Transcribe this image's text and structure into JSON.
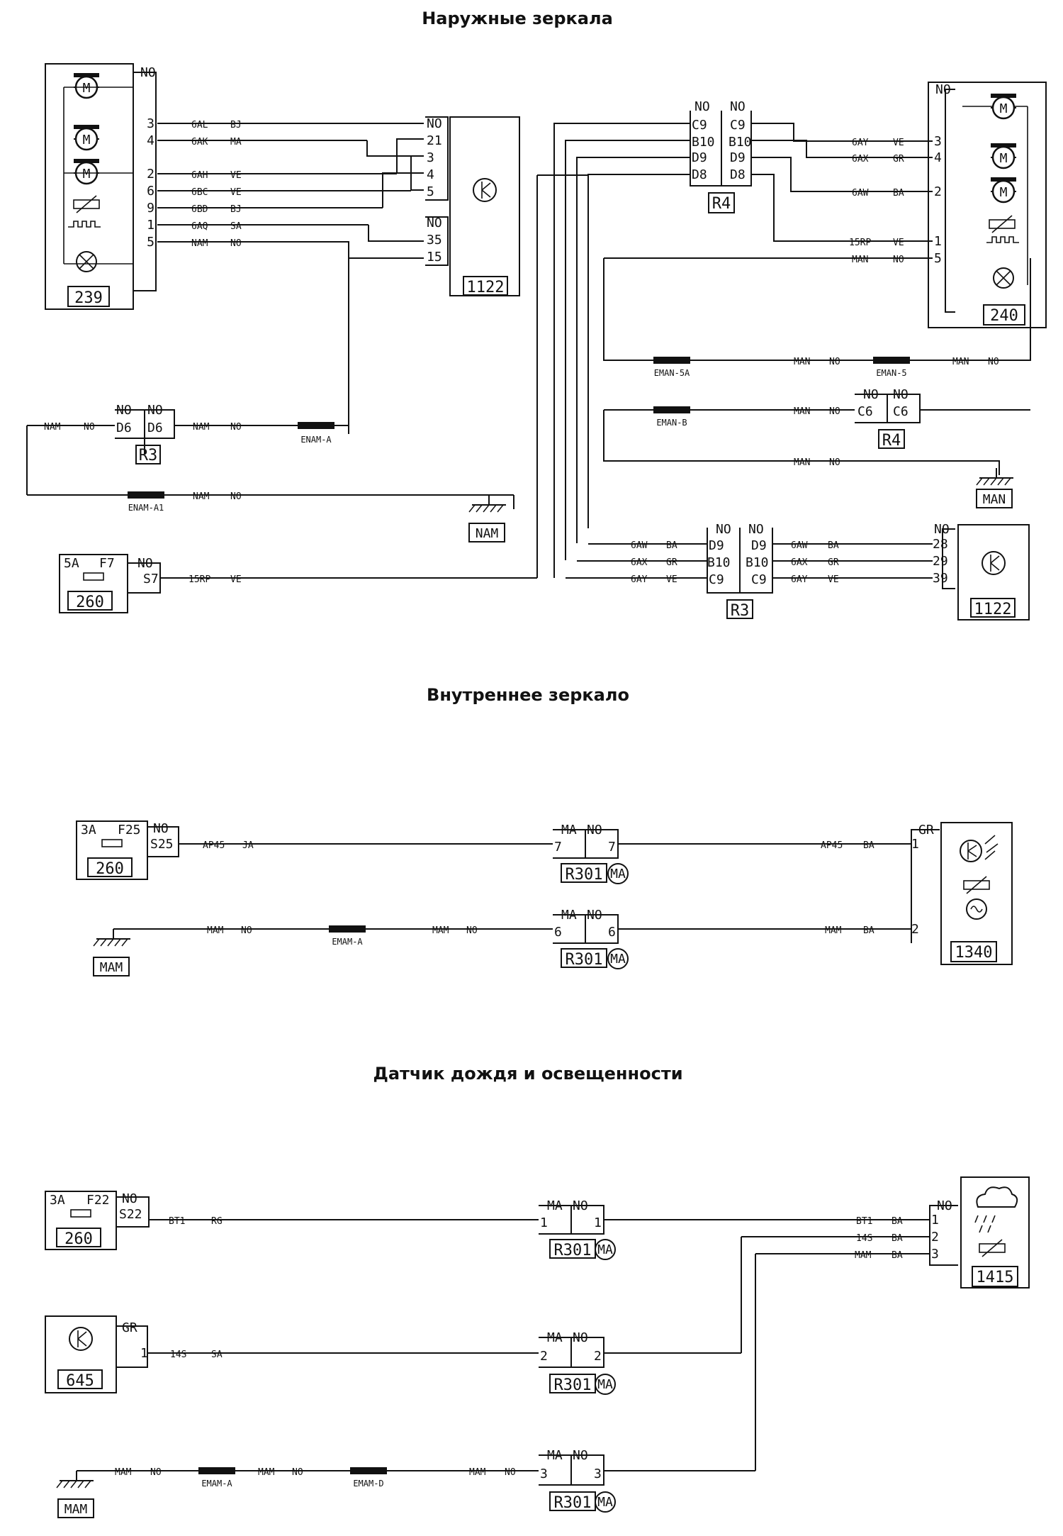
{
  "titles": {
    "outer_mirrors": "Наружные зеркала",
    "inner_mirror": "Внутреннее зеркало",
    "rain_sensor": "Датчик дождя и освещенности"
  },
  "components": {
    "c239": "239",
    "c240": "240",
    "c1122a": "1122",
    "c1122b": "1122",
    "c260a": "260",
    "c260b": "260",
    "c260c": "260",
    "c1340": "1340",
    "c1415": "1415",
    "c645": "645"
  },
  "connectors": {
    "r3": "R3",
    "r4": "R4",
    "r301": "R301",
    "ma": "MA",
    "no": "NO",
    "gr": "GR",
    "d6": "D6",
    "c6": "C6",
    "c9": "C9",
    "b10": "B10",
    "d9": "D9",
    "d8": "D8",
    "s7": "S7",
    "s25": "S25",
    "s22": "S22"
  },
  "fuses": {
    "f7_amp": "5A",
    "f7": "F7",
    "f25_amp": "3A",
    "f25": "F25",
    "f22_amp": "3A",
    "f22": "F22"
  },
  "pins": {
    "p1": "1",
    "p2": "2",
    "p3": "3",
    "p4": "4",
    "p5": "5",
    "p6": "6",
    "p7": "7",
    "p9": "9",
    "p15": "15",
    "p21": "21",
    "p28": "28",
    "p29": "29",
    "p35": "35",
    "p39": "39"
  },
  "wires": {
    "w6al": "6AL",
    "w6ak": "6AK",
    "w6ah": "6AH",
    "w6bc": "6BC",
    "w6bd": "6BD",
    "w6aq": "6AQ",
    "w6ay": "6AY",
    "w6ax": "6AX",
    "w6aw": "6AW",
    "w15rp": "15RP",
    "wnam": "NAM",
    "wman": "MAN",
    "wmam": "MAM",
    "wap45": "AP45",
    "wbt1": "BT1",
    "w14s": "14S"
  },
  "colors": {
    "bj": "BJ",
    "ma": "MA",
    "ve": "VE",
    "sa": "SA",
    "no": "NO",
    "gr": "GR",
    "ba": "BA",
    "ja": "JA",
    "rg": "RG"
  },
  "splices": {
    "enam_a": "ENAM-A",
    "enam_a1": "ENAM-A1",
    "eman_5a": "EMAN-5A",
    "eman_5": "EMAN-5",
    "eman_b": "EMAN-B",
    "emam_a": "EMAM-A",
    "emam_d": "EMAM-D"
  },
  "grounds": {
    "nam": "NAM",
    "man": "MAN",
    "mam": "MAM"
  },
  "icons": {
    "motor": "M",
    "heater": "resistor-icon",
    "lamp": "lamp-icon",
    "module": "electronic-module-icon",
    "light_sensor": "photo-sensor-icon",
    "rain_cloud": "rain-cloud-icon"
  },
  "colors_style": {
    "ink": "#111111",
    "paper": "#ffffff"
  }
}
